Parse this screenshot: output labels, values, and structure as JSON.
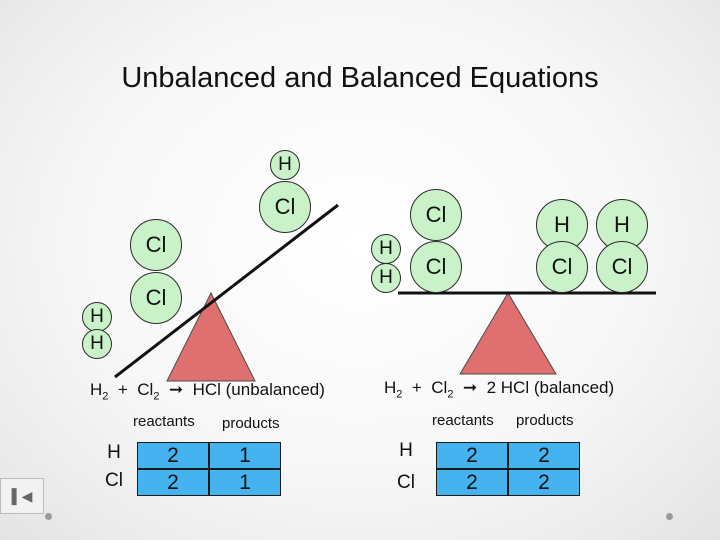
{
  "title": "Unbalanced and Balanced Equations",
  "atom_color": "#c9f2c8",
  "fulcrum_color": "#e07070",
  "cell_color": "#44b3f0",
  "left": {
    "atoms": {
      "h_top": "H",
      "cl_top": "Cl",
      "cl_mid": "Cl",
      "cl_low": "Cl",
      "h_low1": "H",
      "h_low2": "H"
    },
    "equation": {
      "h": "H",
      "h_sub": "2",
      "plus": "+",
      "cl": "Cl",
      "cl_sub": "2",
      "product": "HCl (unbalanced)"
    },
    "table": {
      "reactants_label": "reactants",
      "products_label": "products",
      "row_labels": [
        "H",
        "Cl"
      ],
      "reactants": [
        "2",
        "2"
      ],
      "products": [
        "1",
        "1"
      ]
    }
  },
  "right": {
    "atoms": {
      "cl_top": "Cl",
      "h1": "H",
      "h2": "H",
      "cl_bottom": "Cl",
      "h_a": "H",
      "h_b": "H",
      "cl_a": "Cl",
      "cl_b": "Cl"
    },
    "equation": {
      "h": "H",
      "h_sub": "2",
      "plus": "+",
      "cl": "Cl",
      "cl_sub": "2",
      "product": "2 HCl (balanced)"
    },
    "table": {
      "reactants_label": "reactants",
      "products_label": "products",
      "row_labels": [
        "H",
        "Cl"
      ],
      "reactants": [
        "2",
        "2"
      ],
      "products": [
        "2",
        "2"
      ]
    }
  }
}
